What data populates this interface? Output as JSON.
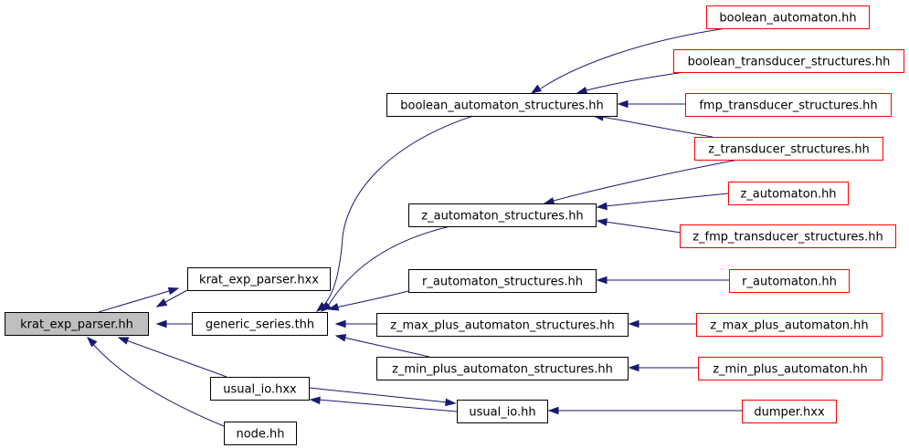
{
  "colors": {
    "normal_border": "#000000",
    "external_border": "#ff0000",
    "root_fill": "#bfbfbf",
    "node_fill": "#ffffff",
    "edge": "#191970"
  },
  "nodes": [
    {
      "id": "krat_exp_parser_hh",
      "label": "krat_exp_parser.hh",
      "kind": "root"
    },
    {
      "id": "krat_exp_parser_hxx",
      "label": "krat_exp_parser.hxx",
      "kind": "normal"
    },
    {
      "id": "generic_series_thh",
      "label": "generic_series.thh",
      "kind": "normal"
    },
    {
      "id": "usual_io_hxx",
      "label": "usual_io.hxx",
      "kind": "normal"
    },
    {
      "id": "node_hh",
      "label": "node.hh",
      "kind": "normal"
    },
    {
      "id": "boolean_automaton_structures_hh",
      "label": "boolean_automaton_structures.hh",
      "kind": "normal"
    },
    {
      "id": "z_automaton_structures_hh",
      "label": "z_automaton_structures.hh",
      "kind": "normal"
    },
    {
      "id": "r_automaton_structures_hh",
      "label": "r_automaton_structures.hh",
      "kind": "normal"
    },
    {
      "id": "z_max_plus_automaton_structures_hh",
      "label": "z_max_plus_automaton_structures.hh",
      "kind": "normal"
    },
    {
      "id": "z_min_plus_automaton_structures_hh",
      "label": "z_min_plus_automaton_structures.hh",
      "kind": "normal"
    },
    {
      "id": "usual_io_hh",
      "label": "usual_io.hh",
      "kind": "normal"
    },
    {
      "id": "boolean_automaton_hh",
      "label": "boolean_automaton.hh",
      "kind": "external"
    },
    {
      "id": "boolean_transducer_structures_hh",
      "label": "boolean_transducer_structures.hh",
      "kind": "external"
    },
    {
      "id": "fmp_transducer_structures_hh",
      "label": "fmp_transducer_structures.hh",
      "kind": "external"
    },
    {
      "id": "z_transducer_structures_hh",
      "label": "z_transducer_structures.hh",
      "kind": "external"
    },
    {
      "id": "z_automaton_hh",
      "label": "z_automaton.hh",
      "kind": "external"
    },
    {
      "id": "z_fmp_transducer_structures_hh",
      "label": "z_fmp_transducer_structures.hh",
      "kind": "external"
    },
    {
      "id": "r_automaton_hh",
      "label": "r_automaton.hh",
      "kind": "external"
    },
    {
      "id": "z_max_plus_automaton_hh",
      "label": "z_max_plus_automaton.hh",
      "kind": "external"
    },
    {
      "id": "z_min_plus_automaton_hh",
      "label": "z_min_plus_automaton.hh",
      "kind": "external"
    },
    {
      "id": "dumper_hxx",
      "label": "dumper.hxx",
      "kind": "external"
    }
  ],
  "edges": [
    {
      "from": "krat_exp_parser_hxx",
      "to": "krat_exp_parser_hh"
    },
    {
      "from": "krat_exp_parser_hh",
      "to": "krat_exp_parser_hxx"
    },
    {
      "from": "generic_series_thh",
      "to": "krat_exp_parser_hh"
    },
    {
      "from": "usual_io_hxx",
      "to": "krat_exp_parser_hh"
    },
    {
      "from": "node_hh",
      "to": "krat_exp_parser_hh"
    },
    {
      "from": "boolean_automaton_structures_hh",
      "to": "generic_series_thh"
    },
    {
      "from": "z_automaton_structures_hh",
      "to": "generic_series_thh"
    },
    {
      "from": "r_automaton_structures_hh",
      "to": "generic_series_thh"
    },
    {
      "from": "z_max_plus_automaton_structures_hh",
      "to": "generic_series_thh"
    },
    {
      "from": "z_min_plus_automaton_structures_hh",
      "to": "generic_series_thh"
    },
    {
      "from": "usual_io_hh",
      "to": "usual_io_hxx"
    },
    {
      "from": "usual_io_hxx",
      "to": "usual_io_hh"
    },
    {
      "from": "boolean_automaton_hh",
      "to": "boolean_automaton_structures_hh"
    },
    {
      "from": "boolean_transducer_structures_hh",
      "to": "boolean_automaton_structures_hh"
    },
    {
      "from": "fmp_transducer_structures_hh",
      "to": "boolean_automaton_structures_hh"
    },
    {
      "from": "z_transducer_structures_hh",
      "to": "boolean_automaton_structures_hh"
    },
    {
      "from": "z_transducer_structures_hh",
      "to": "z_automaton_structures_hh"
    },
    {
      "from": "z_automaton_hh",
      "to": "z_automaton_structures_hh"
    },
    {
      "from": "z_fmp_transducer_structures_hh",
      "to": "z_automaton_structures_hh"
    },
    {
      "from": "r_automaton_hh",
      "to": "r_automaton_structures_hh"
    },
    {
      "from": "z_max_plus_automaton_hh",
      "to": "z_max_plus_automaton_structures_hh"
    },
    {
      "from": "z_min_plus_automaton_hh",
      "to": "z_min_plus_automaton_structures_hh"
    },
    {
      "from": "dumper_hxx",
      "to": "usual_io_hh"
    }
  ]
}
